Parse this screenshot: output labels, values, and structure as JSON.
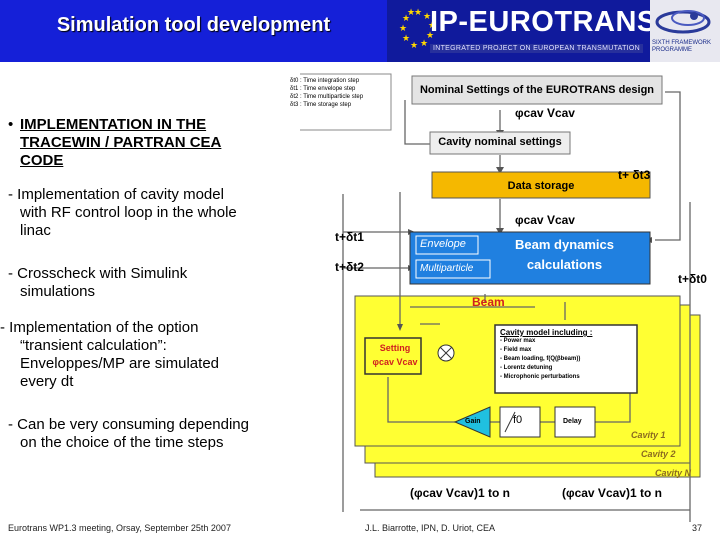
{
  "header": {
    "title": "Simulation tool development",
    "logo_main": "IP-EUROTRANS",
    "logo_sub": "INTEGRATED PROJECT ON EUROPEAN TRANSMUTATION",
    "fp6_line1": "SIXTH FRAMEWORK",
    "fp6_line2": "PROGRAMME"
  },
  "bullets": {
    "main": "IMPLEMENTATION IN THE TRACEWIN / PARTRAN CEA CODE",
    "main_l1": "IMPLEMENTATION IN THE",
    "main_l2": "TRACEWIN / PARTRAN CEA",
    "main_l3": "CODE",
    "d1_l1": "- Implementation of cavity model",
    "d1_l2": "with RF control loop in the whole",
    "d1_l3": "linac",
    "d2_l1": "- Crosscheck with Simulink",
    "d2_l2": "simulations",
    "d3_l1": "- Implementation of the option",
    "d3_l2": "“transient calculation”:",
    "d3_l3": "Enveloppes/MP are simulated",
    "d3_l4": "every dt",
    "d4_l1": "- Can be very consuming depending",
    "d4_l2": "on the choice of the time steps"
  },
  "diagram": {
    "legend": [
      "δt0 : Time integration step",
      "δt1 : Time envelope step",
      "δt2 : Time multiparticle step",
      "δt3 : Time storage step"
    ],
    "nominal": "Nominal Settings of the EUROTRANS design",
    "phi_v_1": "φcav Vcav",
    "cavity_nominal": "Cavity nominal settings",
    "data_storage": "Data storage",
    "t_dt3": "t+ δt3",
    "phi_v_2": "φcav Vcav",
    "t_dt1": "t+δt1",
    "t_dt2": "t+δt2",
    "envelope": "Envelope",
    "multiparticle": "Multiparticle",
    "beam_dyn_1": "Beam dynamics",
    "beam_dyn_2": "calculations",
    "t_dt0": "t+δt0",
    "beam": "Beam",
    "setting": "Setting",
    "setting_phi": "φcav Vcav",
    "cavity_model_title": "Cavity model including :",
    "cavity_model_items": [
      "- Power max",
      "- Field max",
      "- Beam loading,  f(Q(βbeam))",
      "- Lorentz detuning",
      "- Microphonic perturbations"
    ],
    "gain": "Gain",
    "f0": "f0",
    "delay": "Delay",
    "cavity1": "Cavity 1",
    "cavity2": "Cavity 2",
    "cavityN": "Cavity N",
    "bottom_left": "(φcav Vcav)1 to n",
    "bottom_right": "(φcav Vcav)1 to n"
  },
  "footer": {
    "left": "Eurotrans WP1.3 meeting, Orsay, September 25th 2007",
    "mid": "J.L. Biarrotte, IPN, D. Uriot, CEA",
    "page": "37"
  },
  "colors": {
    "header_blue": "#1520d8",
    "diagram_blue": "#2080e0",
    "storage_orange": "#f5b800",
    "cavity_yellow": "#ffff33",
    "red_label": "#d02020"
  }
}
